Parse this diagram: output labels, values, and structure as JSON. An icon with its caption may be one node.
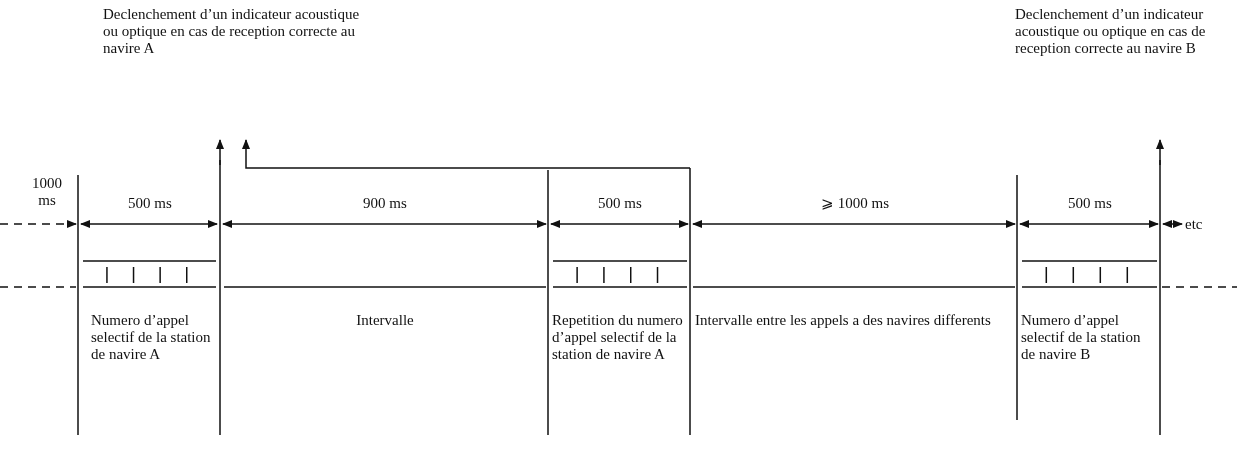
{
  "diagram": {
    "labels": [
      "Declenchement d’un indicateur acoustique ou optique en cas de reception correcte au navire A",
      "Declenchement d’un indicateur acoustique ou optique en cas de reception correcte au navire B",
      "1000 ms",
      "500 ms",
      "900 ms",
      "500 ms",
      "⩾ 1000 ms",
      "500 ms",
      "etc",
      "Numero d’appel selectif de la station de navire A",
      "Intervalle",
      "Repetition du numero d’appel selectif de la station de navire A",
      "Intervalle entre les appels a des navires differents",
      "Numero d’appel selectif de la station de navire B"
    ]
  }
}
